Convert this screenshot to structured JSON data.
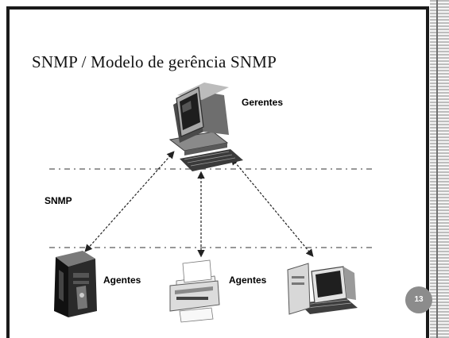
{
  "slide": {
    "title": "SNMP / Modelo de gerência SNMP",
    "page_number": "13"
  },
  "diagram": {
    "manager_label": "Gerentes",
    "protocol_label": "SNMP",
    "agent_label_server": "Agentes",
    "agent_label_printer": "Agentes"
  },
  "icons": {
    "manager": "desktop-computer-icon",
    "agent_server": "tower-server-icon",
    "agent_printer": "printer-icon",
    "agent_desktop": "desktop-computer-icon"
  }
}
